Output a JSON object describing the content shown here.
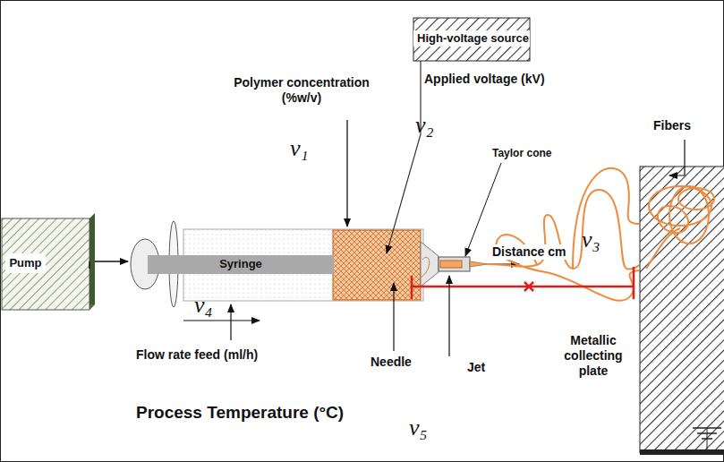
{
  "diagram": {
    "nodes": [
      {
        "text": [
          "Pump"
        ]
      },
      {
        "text": [
          "Syringe"
        ]
      },
      {
        "text": [
          "High-voltage source"
        ]
      }
    ],
    "labels": [
      "Polymer concentration (%w/v)",
      "v₁",
      "Applied voltage (kV)",
      "v₂",
      "Taylor cone",
      "Fibers",
      "Distance cm",
      "v₃",
      "Metallic collecting plate",
      "Needle",
      "Jet",
      "Flow rate feed (ml/h)",
      "v₄",
      "Process Temperature (°C)",
      "v₅"
    ]
  }
}
